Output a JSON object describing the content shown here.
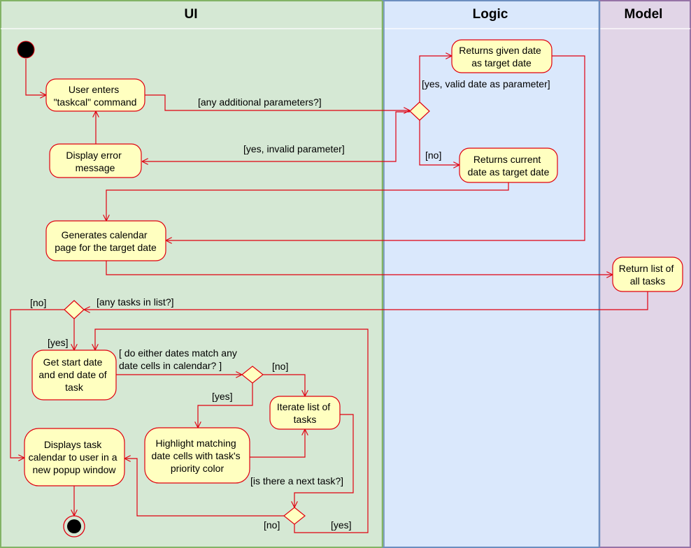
{
  "lanes": {
    "ui": "UI",
    "logic": "Logic",
    "model": "Model"
  },
  "nodes": {
    "user_enters": [
      "User enters",
      "\"taskcal\" command"
    ],
    "display_error": [
      "Display error",
      "message"
    ],
    "returns_given": [
      "Returns given date",
      "as target date"
    ],
    "returns_current": [
      "Returns current",
      "date as target date"
    ],
    "generates_calendar": [
      "Generates calendar",
      "page for the target date"
    ],
    "return_list": [
      "Return list of",
      "all tasks"
    ],
    "get_start_end": [
      "Get start date",
      "and end date of",
      "task"
    ],
    "iterate_list": [
      "Iterate list of",
      "tasks"
    ],
    "highlight": [
      "Highlight matching",
      "date cells with task's",
      "priority color"
    ],
    "displays_calendar": [
      "Displays task",
      "calendar to user in a",
      "new popup window"
    ]
  },
  "edge_labels": {
    "any_params": "[any additional parameters?]",
    "yes_valid": "[yes, valid date as parameter]",
    "no_param": "[no]",
    "yes_invalid": "[yes, invalid parameter]",
    "any_tasks": "[any tasks in list?]",
    "no_tasks": "[no]",
    "yes_tasks": "[yes]",
    "dates_match_1": "[ do either dates match any",
    "dates_match_2": "date  cells in calendar? ]",
    "no_match": "[no]",
    "yes_match": "[yes]",
    "next_task": "[is there a next task?]",
    "no_next": "[no]",
    "yes_next": "[yes]"
  },
  "colors": {
    "ui_lane": "#d5e8d4",
    "ui_border": "#82b366",
    "logic_lane": "#dae8fc",
    "logic_border": "#6c8ebf",
    "model_lane": "#e1d5e7",
    "model_border": "#9673a6",
    "node_fill": "#ffffc0",
    "edge": "#e0000f"
  }
}
